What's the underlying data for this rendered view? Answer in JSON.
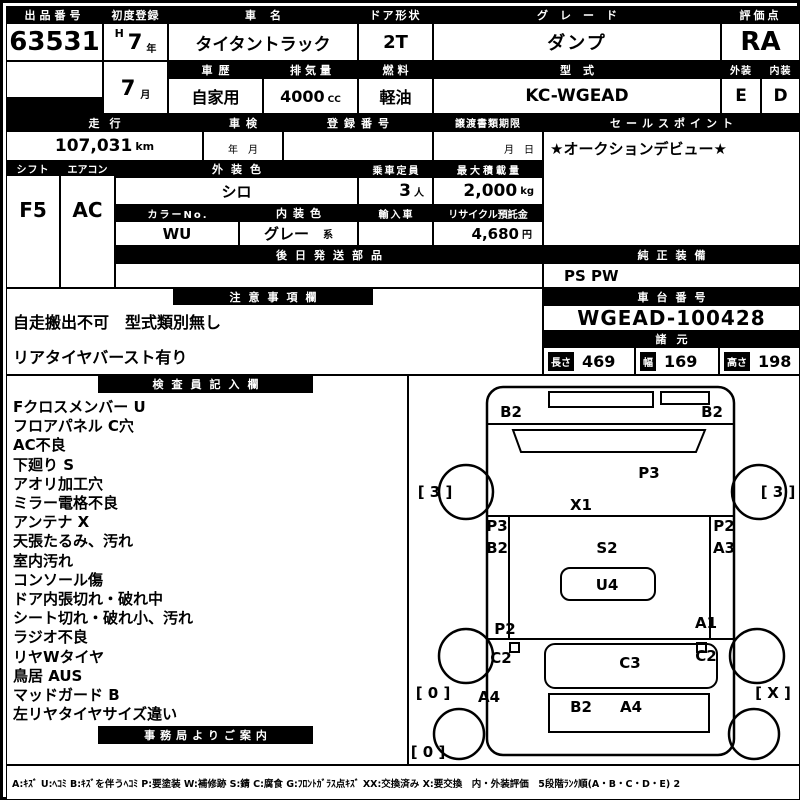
{
  "header": {
    "auction_no_label": "出品番号",
    "auction_no": "63531",
    "first_reg_label": "初度登録",
    "era": "H",
    "reg_year": "7",
    "year_unit": "年",
    "reg_month": "7",
    "month_unit": "月",
    "car_name_label": "車名",
    "car_name": "タイタントラック",
    "door_label": "ドア形状",
    "door": "2T",
    "grade_label": "グレード",
    "grade": "ダンプ",
    "score_label": "評価点",
    "score": "RA",
    "history_label": "車歴",
    "history": "自家用",
    "displacement_label": "排気量",
    "displacement": "4000",
    "displacement_unit": "CC",
    "fuel_label": "燃料",
    "fuel": "軽油",
    "model_label": "型式",
    "model_code": "KC-WGEAD",
    "exterior_label": "外装",
    "interior_label": "内装",
    "exterior_score": "E",
    "interior_score": "D"
  },
  "status": {
    "mileage_label": "走行",
    "mileage": "107,031",
    "mileage_unit": "km",
    "inspection_label": "車検",
    "inspection_value": "年　月",
    "reg_no_label": "登録番号",
    "transfer_label": "譲渡書類期限",
    "transfer_value": "月　日",
    "sales_point_label": "セールスポイント",
    "sales_point": "★オークションデビュー★",
    "shift_label": "シフト",
    "shift": "F5",
    "aircon_label": "エアコン",
    "aircon": "AC",
    "ext_color_label": "外装色",
    "ext_color": "シロ",
    "capacity_label": "乗車定員",
    "capacity": "3",
    "capacity_unit": "人",
    "max_load_label": "最大積載量",
    "max_load": "2,000",
    "max_load_unit": "kg",
    "color_no_label": "カラーNo.",
    "color_no": "WU",
    "int_color_label": "内装色",
    "int_color": "グレー",
    "int_color_suffix": "系",
    "import_label": "輸入車",
    "recycle_label": "リサイクル預託金",
    "recycle_fee": "4,680",
    "recycle_unit": "円",
    "later_parts_label": "後日発送部品",
    "oem_equip_label": "純正装備",
    "oem_equip": "PS PW"
  },
  "notes": {
    "title": "注意事項欄",
    "line1": "自走搬出不可　型式類別無し",
    "line2": "リアタイヤバースト有り",
    "chassis_label": "車台番号",
    "chassis_no": "WGEAD-100428",
    "dims_label": "諸元",
    "length_label": "長さ",
    "length": "469",
    "width_label": "幅",
    "width": "169",
    "height_label": "高さ",
    "height": "198"
  },
  "inspection": {
    "title": "検査員記入欄",
    "items": [
      "Fクロスメンバー U",
      "フロアパネル C穴",
      "AC不良",
      "下廻り S",
      "アオリ加工穴",
      "ミラー電格不良",
      "アンテナ X",
      "天張たるみ、汚れ",
      "室内汚れ",
      "コンソール傷",
      "ドア内張切れ・破れ中",
      "シート切れ・破れ小、汚れ",
      "ラジオ不良",
      "リヤWタイヤ",
      "鳥居 AUS",
      "マッドガード B",
      "左リヤタイヤサイズ違い"
    ],
    "office_label": "事務局よりご案内"
  },
  "diagram": {
    "b2_front_left": "B2",
    "b2_front_right": "B2",
    "tire_front_left": "[ 3 ]",
    "tire_front_right": "[ 3 ]",
    "p3_top": "P3",
    "x1": "X1",
    "p3_left": "P3",
    "b2_left": "B2",
    "p2_right": "P2",
    "a3_right": "A3",
    "s2": "S2",
    "u4": "U4",
    "p2_lower": "P2",
    "a1": "A1",
    "c2_left": "C2",
    "c3": "C3",
    "c2_right": "C2",
    "tire_rear_left": "[ 0 ]",
    "a4_left": "A4",
    "b2_rear": "B2",
    "a4_rear": "A4",
    "tire_rear_right": "[ X ]",
    "tire_rear_left2": "[ 0 ]"
  },
  "legend": "A:ｷｽﾞ U:ﾍｺﾐ B:ｷｽﾞを伴うﾍｺﾐ P:要塗装 W:補修跡 S:錆 C:腐食 G:ﾌﾛﾝﾄｶﾞﾗｽ点ｷｽﾞ XX:交換済み X:要交換　内・外装評価　5段階ﾗﾝｸ順(A・B・C・D・E) 2"
}
